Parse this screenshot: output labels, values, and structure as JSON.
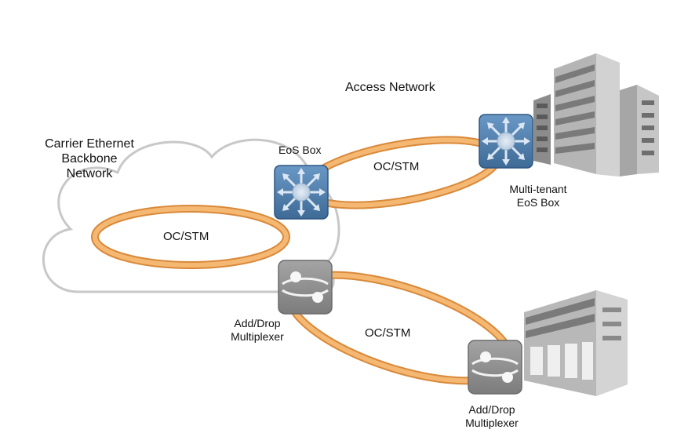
{
  "labels": {
    "cloud_line1": "Carrier Ethernet",
    "cloud_line2": "Backbone",
    "cloud_line3": "Network",
    "access_network": "Access Network",
    "eos_box": "EoS Box",
    "multi_tenant_line1": "Multi-tenant",
    "multi_tenant_line2": "EoS Box",
    "adm_left_line1": "Add/Drop",
    "adm_left_line2": "Multiplexer",
    "adm_right_line1": "Add/Drop",
    "adm_right_line2": "Multiplexer",
    "ring_backbone": "OC/STM",
    "ring_access_top": "OC/STM",
    "ring_access_bottom": "OC/STM"
  },
  "icons": {
    "switch": "switch-icon",
    "adm": "add-drop-multiplexer-icon",
    "tower_building": "office-tower-icon",
    "low_building": "office-building-icon",
    "cloud": "cloud-icon"
  },
  "colors": {
    "ring": "#F0A55A",
    "ring_edge": "#D9893A",
    "switch_fill": "#4F7FAE",
    "adm_fill": "#8F8F8F",
    "cloud_stroke": "#C8C8C8"
  }
}
